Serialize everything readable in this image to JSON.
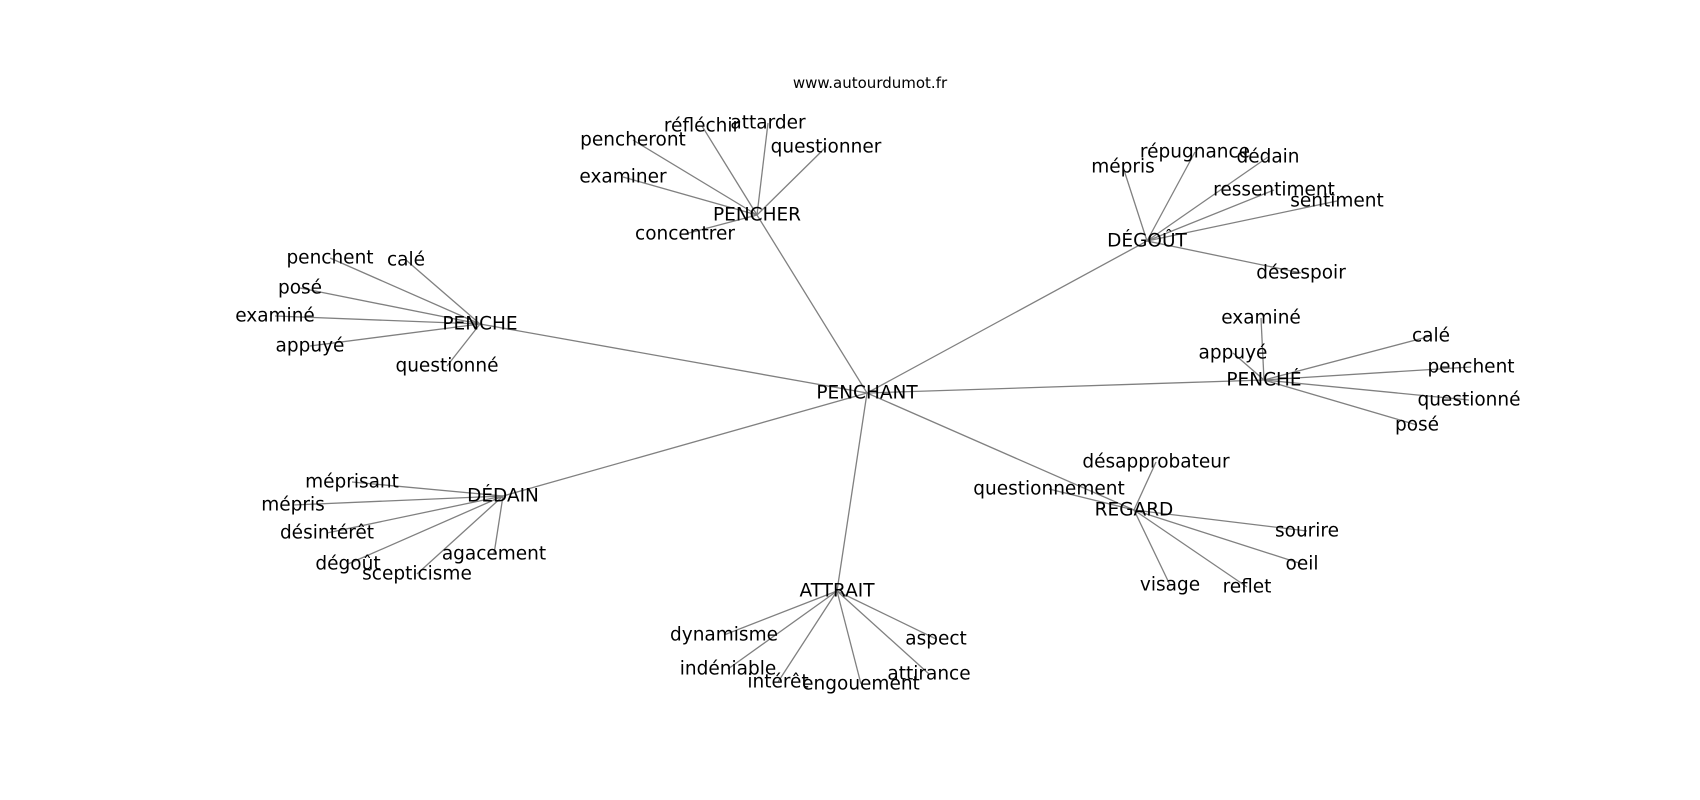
{
  "credit": "www.autourdumot.fr",
  "root": "PENCHANT",
  "groups": [
    {
      "word": "PENCHER",
      "children": [
        "réfléchir",
        "attarder",
        "pencheront",
        "questionner",
        "examiner",
        "concentrer"
      ]
    },
    {
      "word": "DÉGOÛT",
      "children": [
        "répugnance",
        "dédain",
        "mépris",
        "ressentiment",
        "sentiment",
        "désespoir"
      ]
    },
    {
      "word": "PENCHE",
      "children": [
        "penchent",
        "calé",
        "posé",
        "examiné",
        "appuyé",
        "questionné"
      ]
    },
    {
      "word": "PENCHÉ",
      "children": [
        "examiné",
        "calé",
        "appuyé",
        "penchent",
        "questionné",
        "posé"
      ]
    },
    {
      "word": "DÉDAIN",
      "children": [
        "méprisant",
        "mépris",
        "désintérêt",
        "agacement",
        "dégoût",
        "scepticisme"
      ]
    },
    {
      "word": "REGARD",
      "children": [
        "désapprobateur",
        "questionnement",
        "sourire",
        "oeil",
        "visage",
        "reflet"
      ]
    },
    {
      "word": "ATTRAIT",
      "children": [
        "dynamisme",
        "aspect",
        "indéniable",
        "attirance",
        "intérêt",
        "engouement"
      ]
    }
  ]
}
